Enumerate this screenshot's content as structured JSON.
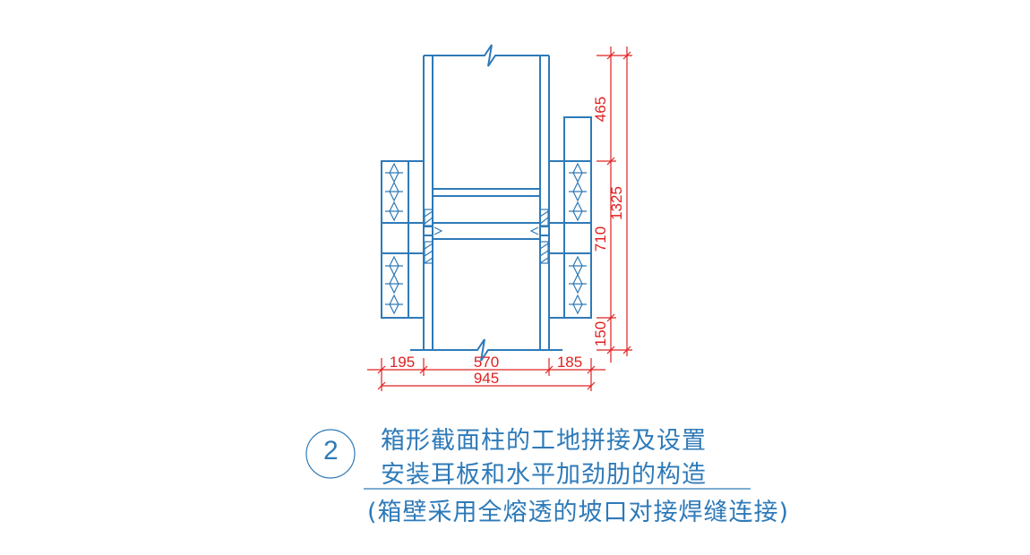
{
  "colors": {
    "linework": "#2e7ab8",
    "dimension": "#e02020",
    "background": "#ffffff"
  },
  "detail": {
    "number": "2",
    "title_line1": "箱形截面柱的工地拼接及设置",
    "title_line2": "安装耳板和水平加劲肋的构造",
    "title_line3": "(箱壁采用全熔透的坡口对接焊缝连接)"
  },
  "dimensions": {
    "bottom_left": "195",
    "bottom_middle": "570",
    "bottom_right": "185",
    "bottom_total": "945",
    "right_top": "465",
    "right_middle": "710",
    "right_bottom": "150",
    "right_total": "1325"
  }
}
